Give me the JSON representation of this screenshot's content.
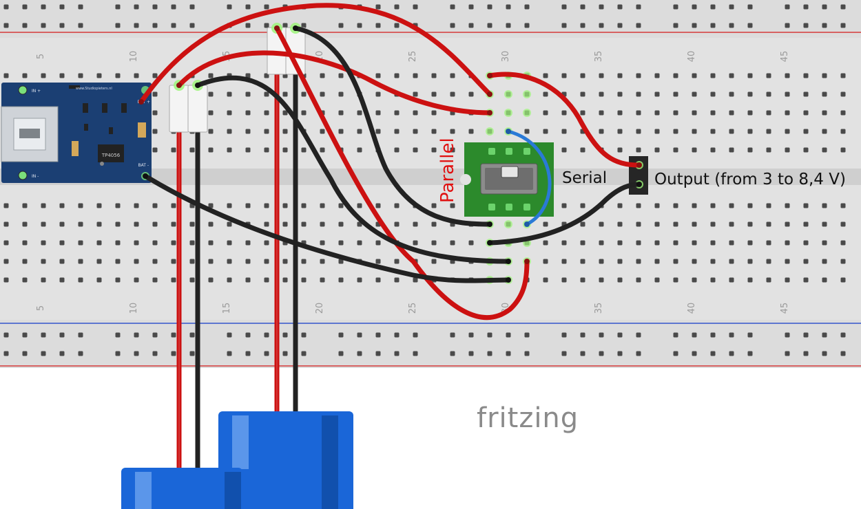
{
  "breadboard": {
    "column_numbers": [
      "5",
      "10",
      "15",
      "20",
      "25",
      "30",
      "35",
      "40",
      "45"
    ]
  },
  "module": {
    "chip_label": "TP4056",
    "url": "www.Studiopieters.nl",
    "pin_in_plus": "IN +",
    "pin_in_minus": "IN -",
    "pin_bat_plus": "BAT +",
    "pin_bat_minus": "BAT -"
  },
  "labels": {
    "parallel": "Parallel",
    "serial": "Serial",
    "output": "Output (from 3 to 8,4 V)"
  },
  "brand": {
    "logo_text": "fritzing"
  },
  "colors": {
    "board": "#dddddd",
    "hole": "#4a4a4a",
    "red_wire": "#cc1111",
    "black_wire": "#222222",
    "blue_wire": "#2a7ad6",
    "pcb_blue": "#1b3f73",
    "switch_green": "#2c8a2c",
    "battery_blue": "#1a66d8",
    "rail_red": "#d53a3a",
    "rail_blue": "#3355cc",
    "label_red": "#e01010",
    "pin_highlight": "#9ef57a"
  }
}
